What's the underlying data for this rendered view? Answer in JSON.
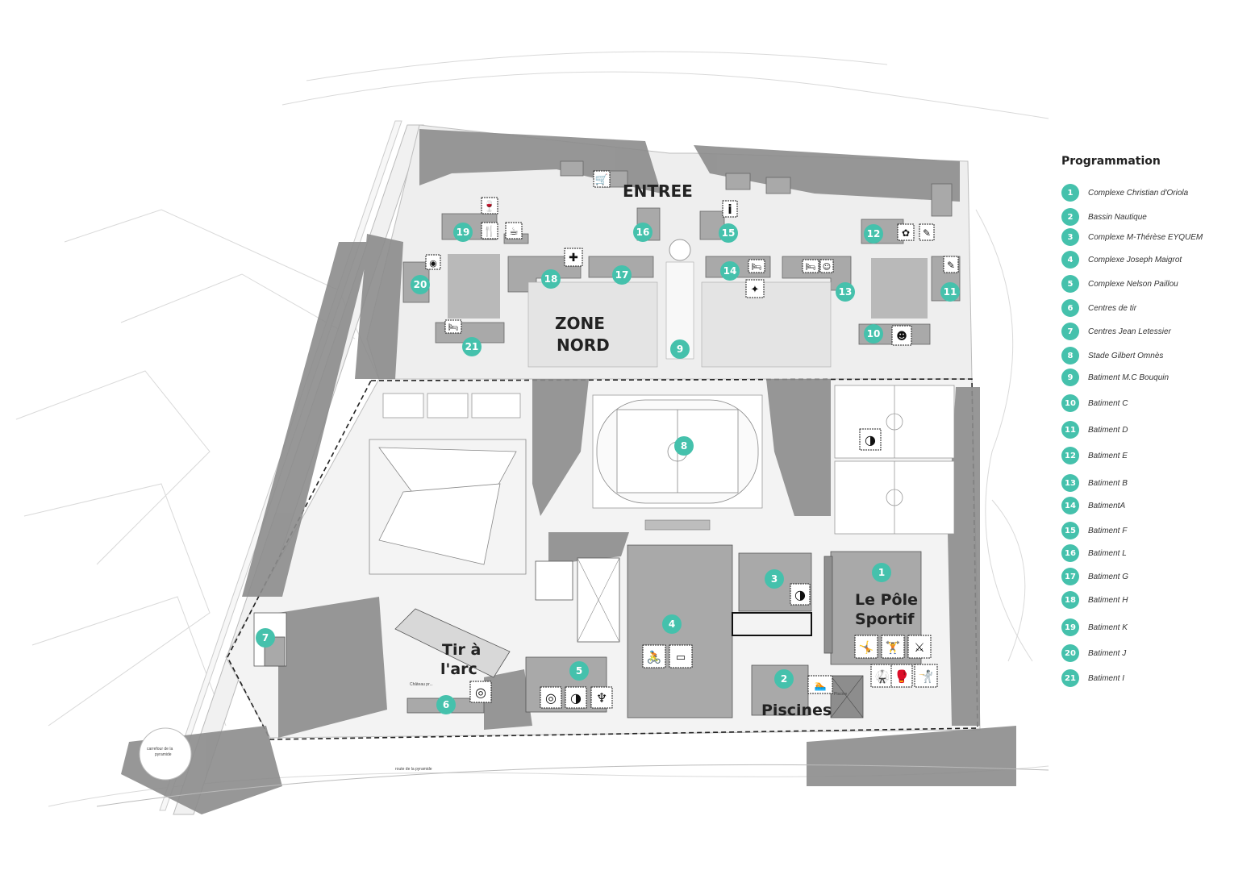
{
  "colors": {
    "accent": "#45c1ac",
    "building": "#a9a9a9",
    "ground": "#eeeeee",
    "tree": "#8c8c8c"
  },
  "legend": {
    "title": "Programmation",
    "items": [
      {
        "num": "1",
        "label": "Complexe Christian d'Oriola"
      },
      {
        "num": "2",
        "label": "Bassin Nautique"
      },
      {
        "num": "3",
        "label": "Complexe M-Thérèse EYQUEM"
      },
      {
        "num": "4",
        "label": "Complexe Joseph Maigrot"
      },
      {
        "num": "5",
        "label": "Complexe Nelson Paillou"
      },
      {
        "num": "6",
        "label": "Centres de tir"
      },
      {
        "num": "7",
        "label": "Centres Jean Letessier"
      },
      {
        "num": "8",
        "label": "Stade Gilbert Omnès"
      },
      {
        "num": "9",
        "label": "Batiment M.C Bouquin"
      },
      {
        "num": "10",
        "label": "Batiment C"
      },
      {
        "num": "11",
        "label": "Batiment D"
      },
      {
        "num": "12",
        "label": "Batiment E"
      },
      {
        "num": "13",
        "label": "Batiment B"
      },
      {
        "num": "14",
        "label": "BatimentA"
      },
      {
        "num": "15",
        "label": "Batiment F"
      },
      {
        "num": "16",
        "label": "Batiment L"
      },
      {
        "num": "17",
        "label": "Batiment G"
      },
      {
        "num": "18",
        "label": "Batiment H"
      },
      {
        "num": "19",
        "label": "Batiment K"
      },
      {
        "num": "20",
        "label": "Batiment J"
      },
      {
        "num": "21",
        "label": "Batiment I"
      }
    ]
  },
  "zones": {
    "entree": "ENTREE",
    "zone_nord_1": "ZONE",
    "zone_nord_2": "NORD",
    "pole_1": "Le Pôle",
    "pole_2": "Sportif",
    "tir_1": "Tir à",
    "tir_2": "l'arc",
    "piscines": "Piscines",
    "piscine_small": "Piscine",
    "chateau": "Château pr..."
  },
  "small_labels": {
    "route": "route de la pyramide",
    "carrefour_1": "carrefour de la",
    "carrefour_2": "pyramide"
  },
  "map_markers": [
    "1",
    "2",
    "3",
    "4",
    "5",
    "6",
    "7",
    "8",
    "9",
    "10",
    "11",
    "12",
    "13",
    "14",
    "15",
    "16",
    "17",
    "18",
    "19",
    "20",
    "21"
  ],
  "icons": [
    "shopping-cart-icon",
    "info-icon",
    "wine-glass-icon",
    "restaurant-icon",
    "coffee-cup-icon",
    "first-aid-icon",
    "bed-icon",
    "massage-icon",
    "medical-icon",
    "cycling-icon",
    "track-icon",
    "tennis-ball-icon",
    "archery-target-icon",
    "badminton-icon",
    "swimmer-icon",
    "gymnast-icon",
    "weightlifting-icon",
    "boxing-icon",
    "karate-icon",
    "fencing-icon"
  ]
}
